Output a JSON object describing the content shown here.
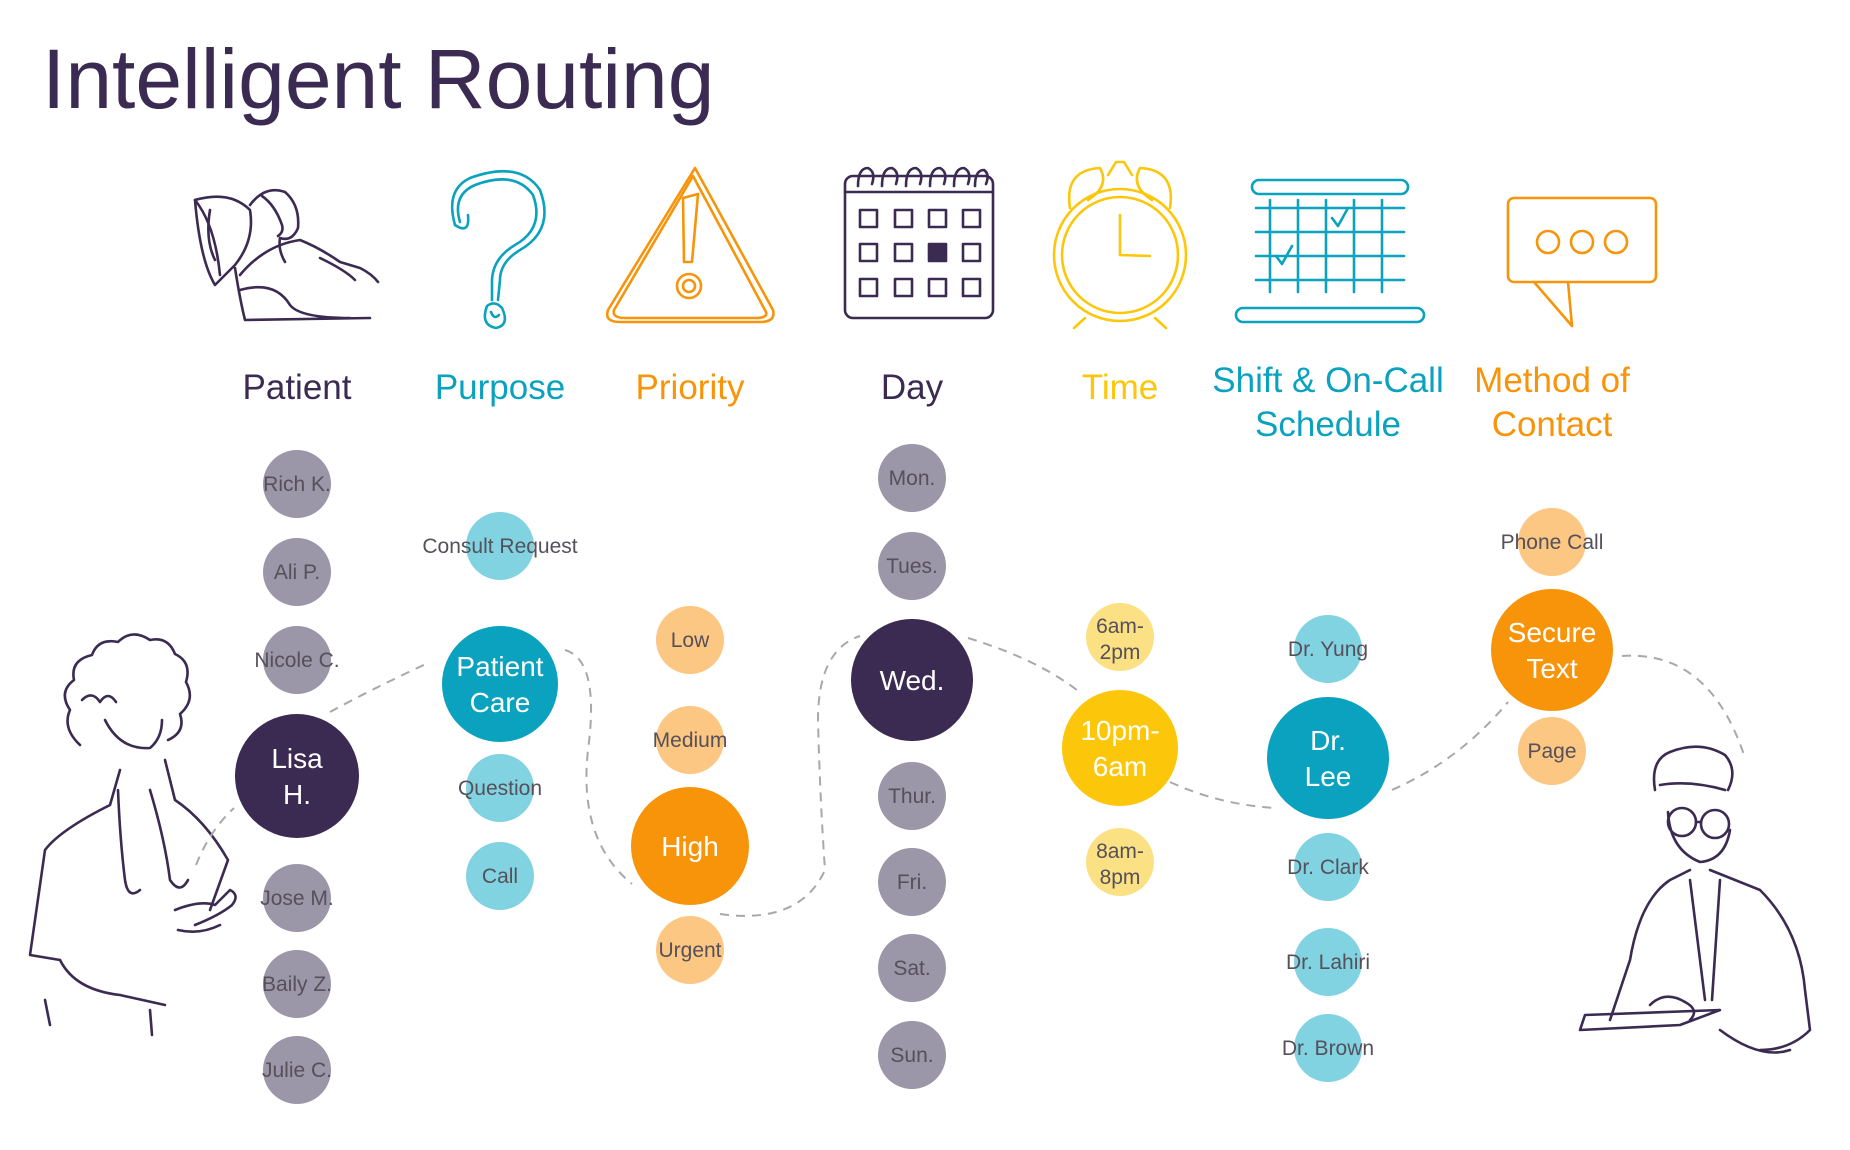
{
  "title": "Intelligent Routing",
  "colors": {
    "purple": "#3b2a52",
    "purple_light": "#9b96a8",
    "teal": "#0aa2bf",
    "teal_light": "#82d3e2",
    "orange": "#f7940a",
    "orange_light": "#fcc683",
    "yellow": "#fcc70a",
    "yellow_light": "#fbe183",
    "line_art": "#3b2a52",
    "connector": "#a8a8a8"
  },
  "columns": [
    {
      "id": "patient",
      "label": [
        "Patient"
      ],
      "color": "purple",
      "icon": "patient-in-bed-icon",
      "items": [
        "Rich K.",
        "Ali P.",
        "Nicole C.",
        "Lisa H.",
        "Jose M.",
        "Baily Z.",
        "Julie C."
      ],
      "selected": "Lisa H."
    },
    {
      "id": "purpose",
      "label": [
        "Purpose"
      ],
      "color": "teal",
      "icon": "question-mark-icon",
      "items": [
        "Consult Request",
        "Patient Care",
        "Question",
        "Call"
      ],
      "selected": "Patient Care"
    },
    {
      "id": "priority",
      "label": [
        "Priority"
      ],
      "color": "orange",
      "icon": "warning-triangle-icon",
      "items": [
        "Low",
        "Medium",
        "High",
        "Urgent"
      ],
      "selected": "High"
    },
    {
      "id": "day",
      "label": [
        "Day"
      ],
      "color": "purple",
      "icon": "calendar-icon",
      "items": [
        "Mon.",
        "Tues.",
        "Wed.",
        "Thur.",
        "Fri.",
        "Sat.",
        "Sun."
      ],
      "selected": "Wed."
    },
    {
      "id": "time",
      "label": [
        "Time"
      ],
      "color": "yellow",
      "icon": "alarm-clock-icon",
      "items": [
        "6am-2pm",
        "10pm-6am",
        "8am-8pm"
      ],
      "selected": "10pm-6am"
    },
    {
      "id": "shift",
      "label": [
        "Shift & On-Call",
        "Schedule"
      ],
      "color": "teal",
      "icon": "schedule-grid-icon",
      "items": [
        "Dr. Yung",
        "Dr. Lee",
        "Dr. Clark",
        "Dr. Lahiri",
        "Dr. Brown"
      ],
      "selected": "Dr. Lee"
    },
    {
      "id": "method",
      "label": [
        "Method of",
        "Contact"
      ],
      "color": "orange",
      "icon": "chat-bubble-icon",
      "items": [
        "Phone Call",
        "Secure Text",
        "Page"
      ],
      "selected": "Secure Text"
    }
  ]
}
